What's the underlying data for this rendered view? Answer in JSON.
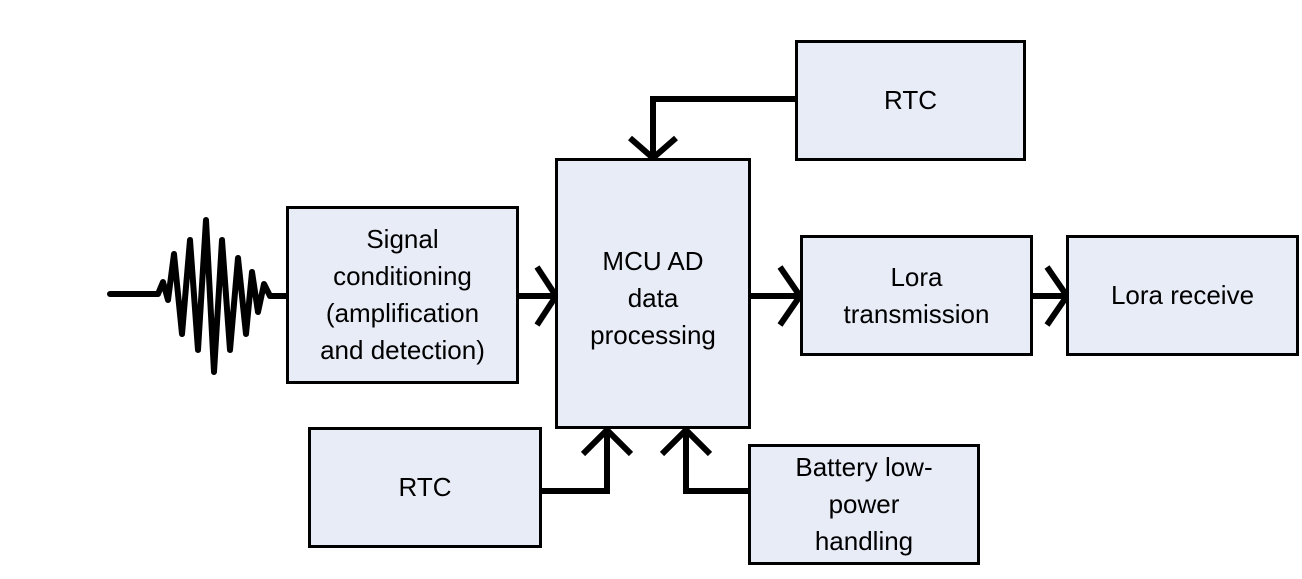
{
  "blocks": {
    "rtc_top": "RTC",
    "signal_conditioning": "Signal\nconditioning\n(amplification\nand detection)",
    "mcu": "MCU AD\ndata\nprocessing",
    "lora_tx": "Lora\ntransmission",
    "lora_rx": "Lora receive",
    "rtc_bottom": "RTC",
    "battery": "Battery low-\npower\nhandling"
  },
  "colors": {
    "block_fill": "#e8ecf7",
    "line": "#000000"
  }
}
